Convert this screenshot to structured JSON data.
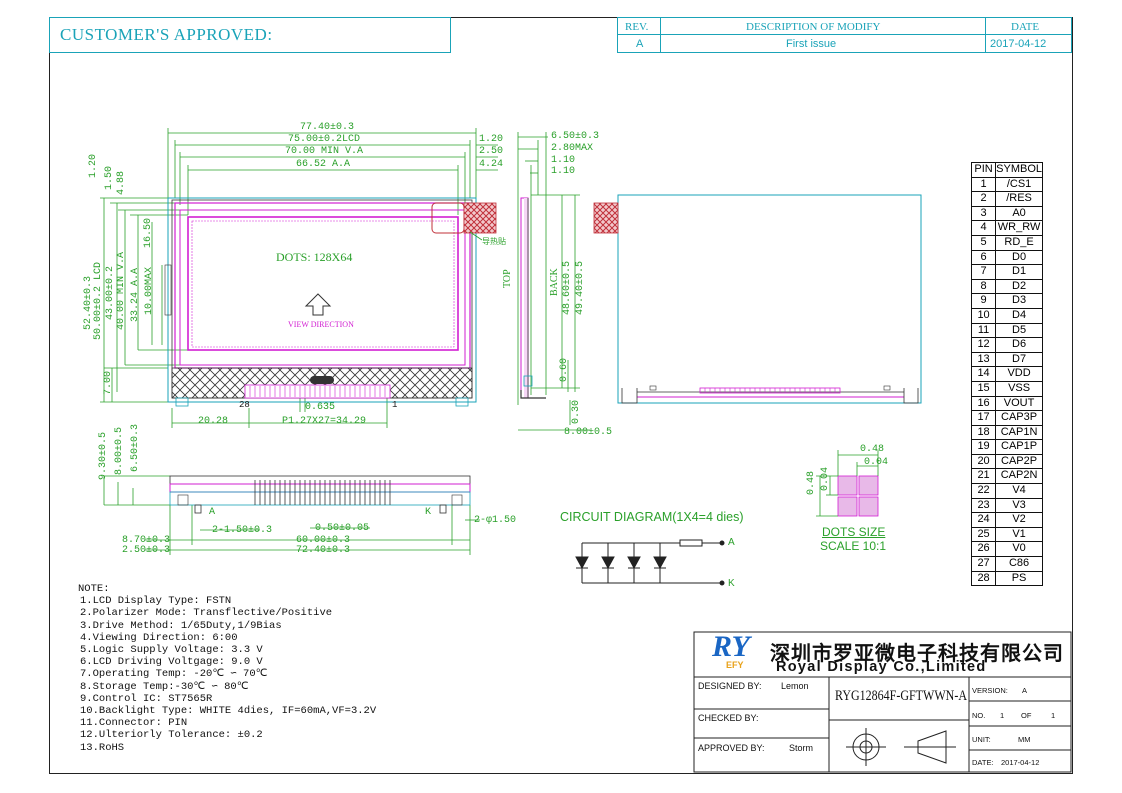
{
  "header": {
    "customer_approved": "CUSTOMER'S APPROVED:",
    "rev_label": "REV.",
    "desc_label": "DESCRIPTION OF MODIFY",
    "date_label": "DATE",
    "rev_value": "A",
    "desc_value": "First issue",
    "date_value": "2017-04-12"
  },
  "front_view": {
    "dim_77_40": "77.40±0.3",
    "dim_75_00": "75.00±0.2LCD",
    "dim_70_00": "70.00 MIN V.A",
    "dim_66_52": "66.52 A.A",
    "dim_1_20_top": "1.20",
    "dim_2_50": "2.50",
    "dim_4_24": "4.24",
    "dim_1_20_left": "1.20",
    "dim_1_50": "1.50",
    "dim_4_88": "4.88",
    "dim_16_50": "16.50",
    "dim_52_40": "52.40±0.3",
    "dim_50_00": "50.00±0.2 LCD",
    "dim_43_00": "43.00±0.2",
    "dim_40_00": "40.00 MIN V.A",
    "dim_33_24": "33.24 A.A",
    "dim_10_00": "10.00MAX",
    "dim_7_00": "7.00",
    "dots_label": "DOTS: 128X64",
    "view_direction": "VIEW DIRECTION",
    "sticker_label": "导热贴",
    "pin_28": "28",
    "pin_1": "1",
    "dim_0_635": "0.635",
    "dim_20_28": "20.28",
    "dim_pitch": "P1.27X27=34.29"
  },
  "side_view": {
    "dim_6_50": "6.50±0.3",
    "dim_2_80": "2.80MAX",
    "dim_1_10a": "1.10",
    "dim_1_10b": "1.10",
    "top_label": "TOP",
    "back_label": "BACK",
    "dim_48_60": "48.60±0.5",
    "dim_49_40": "49.40±0.5",
    "dim_0_60": "0.60",
    "dim_0_30": "0.30",
    "dim_8_00": "8.00±0.5"
  },
  "bottom_view": {
    "dim_9_30": "9.30±0.5",
    "dim_8_00": "8.00±0.5",
    "dim_6_50": "6.50±0.3",
    "label_a": "A",
    "label_k": "K",
    "dim_2_phi": "2-φ1.50",
    "dim_2_1_50": "2-1.50±0.3",
    "dim_0_50": "0.50±0.05",
    "dim_8_70": "8.70±0.3",
    "dim_60_00": "60.00±0.3",
    "dim_2_50": "2.50±0.3",
    "dim_72_40": "72.40±0.3"
  },
  "circuit": {
    "title": "CIRCUIT DIAGRAM(1X4=4 dies)",
    "label_a": "A",
    "label_k": "K"
  },
  "dots_size": {
    "dim_0_48_top": "0.48",
    "dim_0_04_top": "0.04",
    "dim_0_48_left": "0.48",
    "dim_0_04_left": "0.04",
    "title": "DOTS SIZE",
    "scale": "SCALE 10:1"
  },
  "pin_table": {
    "header_pin": "PIN",
    "header_symbol": "SYMBOL",
    "rows": [
      [
        "1",
        "/CS1"
      ],
      [
        "2",
        "/RES"
      ],
      [
        "3",
        "A0"
      ],
      [
        "4",
        "WR_RW"
      ],
      [
        "5",
        "RD_E"
      ],
      [
        "6",
        "D0"
      ],
      [
        "7",
        "D1"
      ],
      [
        "8",
        "D2"
      ],
      [
        "9",
        "D3"
      ],
      [
        "10",
        "D4"
      ],
      [
        "11",
        "D5"
      ],
      [
        "12",
        "D6"
      ],
      [
        "13",
        "D7"
      ],
      [
        "14",
        "VDD"
      ],
      [
        "15",
        "VSS"
      ],
      [
        "16",
        "VOUT"
      ],
      [
        "17",
        "CAP3P"
      ],
      [
        "18",
        "CAP1N"
      ],
      [
        "19",
        "CAP1P"
      ],
      [
        "20",
        "CAP2P"
      ],
      [
        "21",
        "CAP2N"
      ],
      [
        "22",
        "V4"
      ],
      [
        "23",
        "V3"
      ],
      [
        "24",
        "V2"
      ],
      [
        "25",
        "V1"
      ],
      [
        "26",
        "V0"
      ],
      [
        "27",
        "C86"
      ],
      [
        "28",
        "PS"
      ]
    ]
  },
  "notes": {
    "title": "NOTE:",
    "items": [
      "1.LCD Display Type: FSTN",
      "2.Polarizer Mode: Transflective/Positive",
      "3.Drive Method: 1/65Duty,1/9Bias",
      "4.Viewing Direction: 6:00",
      "5.Logic Supply Voltage:  3.3 V",
      "6.LCD Driving Voltgage:  9.0 V",
      "7.Operating Temp: -20℃ ∽ 70℃",
      "8.Storage Temp:-30℃ ∽ 80℃",
      "9.Control IC: ST7565R",
      "10.Backlight Type: WHITE 4dies, IF=60mA,VF=3.2V",
      "11.Connector: PIN",
      "12.Ulteriorly Tolerance: ±0.2",
      "13.RoHS"
    ]
  },
  "title_block": {
    "company_cn": "深圳市罗亚微电子科技有限公司",
    "company_en": "Royal Display Co.,Limited",
    "logo_letters": "RY",
    "logo_sub": "EFY",
    "designed_by_label": "DESIGNED BY:",
    "designed_by_value": "Lemon",
    "checked_by_label": "CHECKED BY:",
    "approved_by_label": "APPROVED BY:",
    "approved_by_value": "Storm",
    "part_number": "RYG12864F-GFTWWN-A",
    "version_label": "VERSION:",
    "version_value": "A",
    "no_label": "NO.",
    "no_value": "1",
    "of_label": "OF",
    "of_value": "1",
    "unit_label": "UNIT:",
    "unit_value": "MM",
    "date_label": "DATE:",
    "date_value": "2017-04-12"
  },
  "colors": {
    "cyan": "#1aa3b8",
    "green": "#2aa02a",
    "magenta": "#d21fd2",
    "red": "#c0303a"
  }
}
